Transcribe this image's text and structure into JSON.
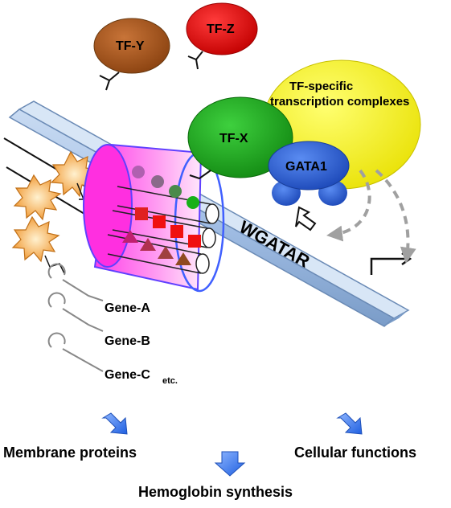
{
  "factors": {
    "tf_y": "TF-Y",
    "tf_z": "TF-Z",
    "tf_x": "TF-X",
    "gata1": "GATA1"
  },
  "complex": {
    "line1": "TF-specific",
    "line2": "transcription complexes"
  },
  "dna": {
    "motif": "WGATAR"
  },
  "genes": {
    "a": "Gene-A",
    "b": "Gene-B",
    "c": "Gene-C",
    "c_suffix": "etc."
  },
  "outcomes": {
    "membrane": "Membrane proteins",
    "cellular": "Cellular functions",
    "hemoglobin": "Hemoglobin synthesis"
  },
  "colors": {
    "tf_y": "#a0521a",
    "tf_z": "#e00000",
    "tf_x": "#1faa1f",
    "gata1": "#2a5fd8",
    "complex": "#f4f000",
    "dna_bar": "#a9c4e6",
    "cylinder": "#ff40e6",
    "outcome_arrow": "#2f74f0"
  }
}
